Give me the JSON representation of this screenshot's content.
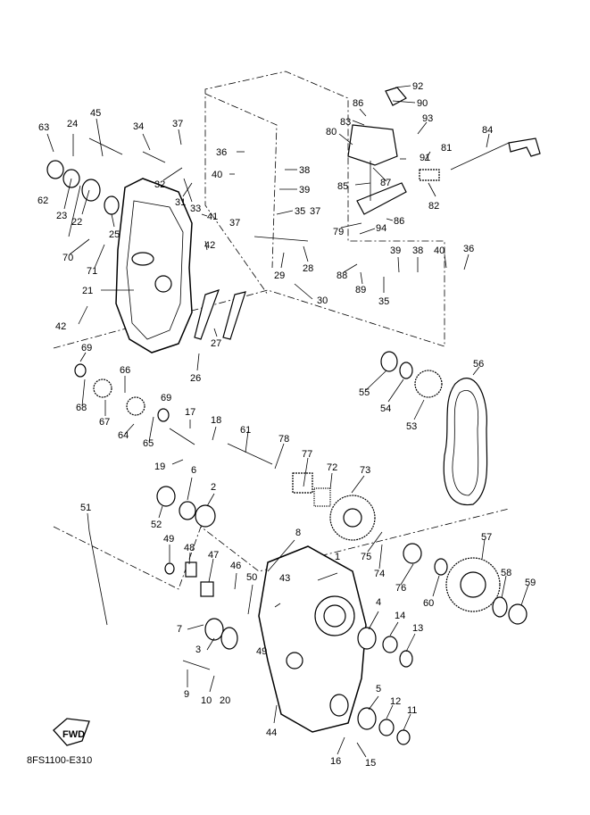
{
  "diagram_code": "8FS1100-E310",
  "fwd_label": "FWD",
  "callouts": [
    "1",
    "2",
    "3",
    "4",
    "5",
    "6",
    "7",
    "8",
    "9",
    "10",
    "11",
    "12",
    "13",
    "14",
    "15",
    "16",
    "17",
    "18",
    "19",
    "20",
    "21",
    "22",
    "23",
    "24",
    "25",
    "26",
    "27",
    "28",
    "29",
    "30",
    "31",
    "32",
    "33",
    "34",
    "35",
    "36",
    "37",
    "38",
    "39",
    "40",
    "41",
    "42",
    "43",
    "44",
    "45",
    "46",
    "47",
    "48",
    "49",
    "50",
    "51",
    "52",
    "53",
    "54",
    "55",
    "56",
    "57",
    "58",
    "59",
    "60",
    "61",
    "62",
    "63",
    "64",
    "65",
    "66",
    "67",
    "68",
    "69",
    "70",
    "71",
    "72",
    "73",
    "74",
    "75",
    "76",
    "77",
    "78",
    "79",
    "80",
    "81",
    "82",
    "83",
    "84",
    "85",
    "86",
    "87",
    "88",
    "89",
    "90",
    "91",
    "92",
    "93",
    "94"
  ]
}
